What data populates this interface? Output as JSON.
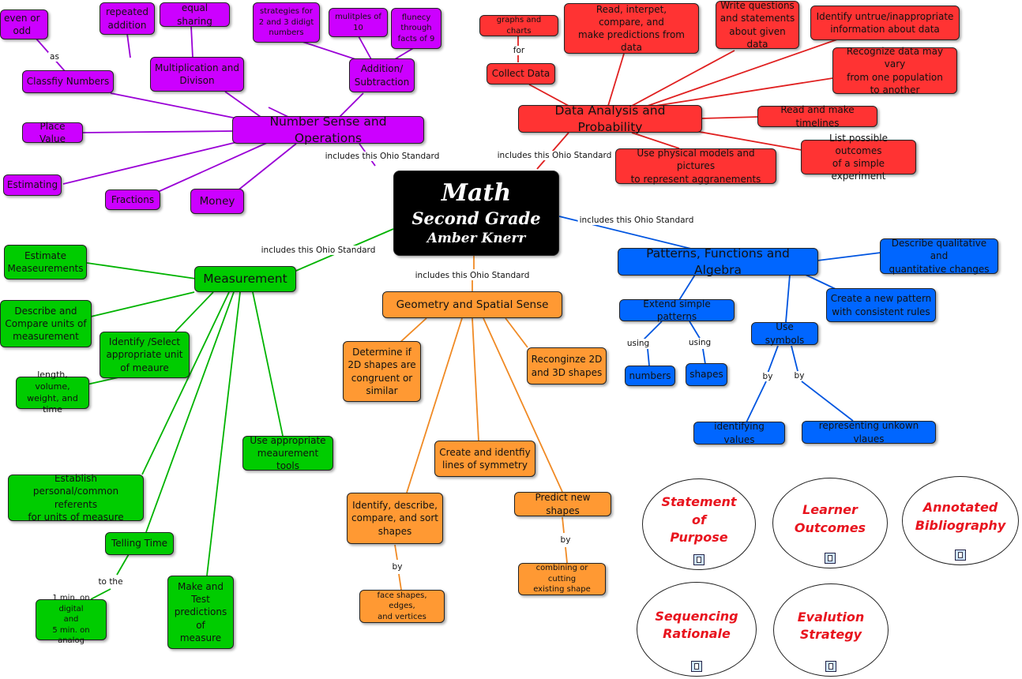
{
  "center": {
    "title": "Math",
    "subtitle": "Second Grade",
    "author": "Amber Knerr"
  },
  "link_label": "includes this Ohio Standard",
  "number_sense": {
    "title": "Number Sense and Operations",
    "classify": "Classfiy Numbers",
    "even_odd": "even or\nodd",
    "as_label": "as",
    "mult_div": "Multiplication and\nDivison",
    "repeated_addition": "repeated\naddition",
    "equal_sharing": "equal sharing",
    "add_sub": "Addition/\nSubtraction",
    "strategies": "strategies for\n2 and 3 didigt\nnumbers",
    "multiples": "mulitples of\n10",
    "fluency": "flunecy\nthrough\nfacts of 9",
    "place_value": "Place Value",
    "estimating": "Estimating",
    "fractions": "Fractions",
    "money": "Money"
  },
  "data_analysis": {
    "title": "Data Analysis and Probability",
    "collect": "Collect Data",
    "graphs": "graphs and charts",
    "for_label": "for",
    "read_interpret": "Read, interpet,\ncompare, and\nmake predictions from data",
    "write_questions": "Write questions\nand statements\nabout given data",
    "identify_untrue": "Identify untrue/inappropriate\ninformation about data",
    "recognize_vary": "Recognize data may vary\nfrom one population\nto another",
    "timelines": "Read and make timelines",
    "outcomes": "List possible outcomes\nof a simple experiment",
    "physical_models": "Use physical models and pictures\nto represent aggranements"
  },
  "patterns": {
    "title": "Patterns, Functions and Algebra",
    "describe_changes": "Describe qualitative and\nquantitative changes",
    "extend": "Extend simple patterns",
    "create_pattern": "Create a new pattern\nwith consistent rules",
    "use_symbols": "Use symbols",
    "using_label": "using",
    "by_label": "by",
    "numbers": "numbers",
    "shapes": "shapes",
    "identifying": "identifying values",
    "representing": "representing unkown vlaues"
  },
  "measurement": {
    "title": "Measurement",
    "estimate": "Estimate\nMeaseurements",
    "describe_compare": "Describe and\nCompare units of\nmeasurement",
    "identify_select": "Identify /Select\nappropriate unit\nof meaure",
    "length": "length, volume,\nweight, and time",
    "tools": "Use appropriate\nmeaurement tools",
    "referents": "Establish personal/common\nreferents\nfor units of measure",
    "telling_time": "Telling Time",
    "to_the": "to the",
    "digital": "1 min. on digital\nand\n5 min. on analog",
    "make_test": "Make and\nTest\npredictions\nof\nmeasure"
  },
  "geometry": {
    "title": "Geometry and Spatial Sense",
    "congruent": "Determine if\n2D shapes are\ncongruent or\nsimilar",
    "recognize": "Reconginze 2D\nand 3D shapes",
    "symmetry": "Create and identfiy\nlines of symmetry",
    "sort_shapes": "Identify, describe,\ncompare, and sort\nshapes",
    "predict": "Predict new shapes",
    "by_label": "by",
    "faces": "face shapes, edges,\nand vertices",
    "combining": "combining or cutting\nexisting shape"
  },
  "resources": {
    "statement": "Statement\nof\nPurpose",
    "learner": "Learner\nOutcomes",
    "bibliography": "Annotated\nBibliography",
    "sequencing": "Sequencing\nRationale",
    "evaluation": "Evalution\nStrategy",
    "icon": "document-icon"
  },
  "colors": {
    "number_sense": "#cc00ff",
    "data_analysis": "#ff3333",
    "measurement": "#00cc00",
    "geometry": "#ff9933",
    "patterns": "#0066ff",
    "resource_text": "#e8141e"
  }
}
